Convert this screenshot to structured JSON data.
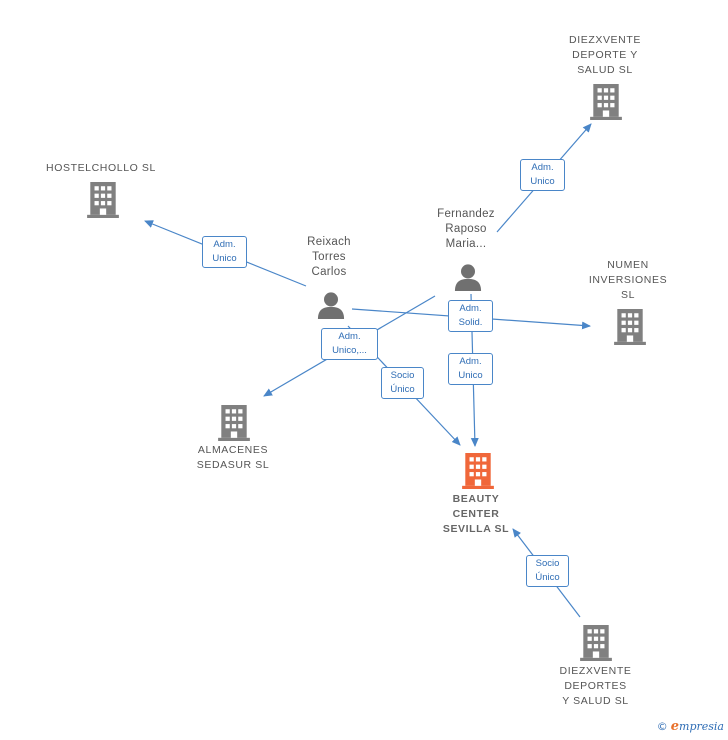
{
  "colors": {
    "edge": "#4a86c8",
    "company": "#808080",
    "focus_company": "#f0673a",
    "person": "#707070"
  },
  "nodes": {
    "diezxvente_deporte": {
      "label": "DIEZXVENTE\nDEPORTE Y\nSALUD  SL",
      "icon": "building-icon"
    },
    "hostelchollo": {
      "label": "HOSTELCHOLLO SL",
      "icon": "building-icon"
    },
    "numen": {
      "label": "NUMEN\nINVERSIONES\nSL",
      "icon": "building-icon"
    },
    "almacenes": {
      "label": "ALMACENES\nSEDASUR  SL",
      "icon": "building-icon"
    },
    "beauty": {
      "label": "BEAUTY\nCENTER\nSEVILLA  SL",
      "icon": "building-icon"
    },
    "diezxvente_deportes": {
      "label": "DIEZXVENTE\nDEPORTES\nY SALUD  SL",
      "icon": "building-icon"
    },
    "reixach": {
      "label": "Reixach\nTorres\nCarlos",
      "icon": "person-icon"
    },
    "fernandez": {
      "label": "Fernandez\nRaposo\nMaria...",
      "icon": "person-icon"
    }
  },
  "edges": {
    "fernandez_diezxvente": "Adm.\nUnico",
    "reixach_hostelchollo": "Adm.\nUnico",
    "fernandez_numen": "Adm.\nSolid.",
    "reixach_almacenes": "Adm.\nUnico,...",
    "reixach_beauty": "Socio\nÚnico",
    "fernandez_beauty": "Adm.\nUnico",
    "deportes_beauty": "Socio\nÚnico"
  },
  "footer": {
    "copyright": "©",
    "brand_initial": "e",
    "brand_rest": "mpresia"
  }
}
